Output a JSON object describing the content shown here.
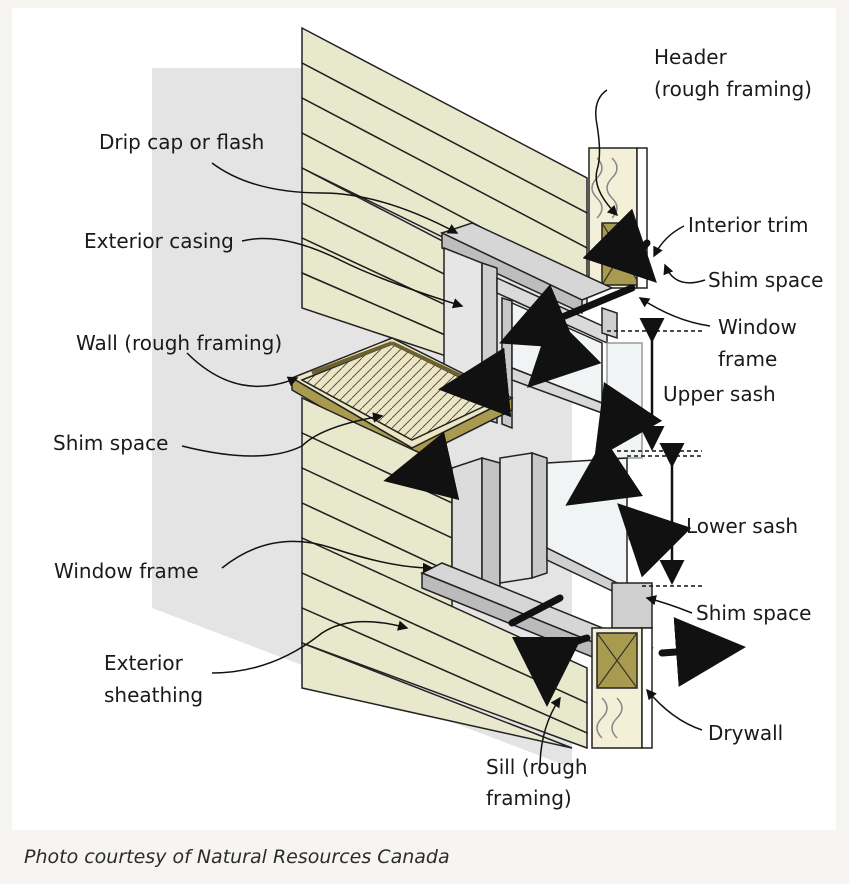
{
  "labels": {
    "header_line1": "Header",
    "header_line2": "(rough framing)",
    "drip_cap": "Drip cap or flash",
    "interior_trim": "Interior trim",
    "exterior_casing": "Exterior casing",
    "shim_space_top": "Shim space",
    "window_frame_right_line1": "Window",
    "window_frame_right_line2": "frame",
    "wall_rough_framing": "Wall (rough framing)",
    "upper_sash": "Upper sash",
    "shim_space_left": "Shim space",
    "lower_sash": "Lower sash",
    "window_frame_left": "Window frame",
    "shim_space_bottom": "Shim space",
    "exterior_sheathing_line1": "Exterior",
    "exterior_sheathing_line2": "sheathing",
    "drywall": "Drywall",
    "sill_line1": "Sill (rough",
    "sill_line2": "framing)"
  },
  "caption": "Photo courtesy of Natural Resources Canada",
  "colors": {
    "siding": "#e8e8cc",
    "insulation": "#ece6c4",
    "framing": "#a89a4e",
    "frame_metal": "#dcdcdc",
    "glass": "#f0f4f4",
    "shadow": "#e6e6e6",
    "arrow": "#111111"
  }
}
